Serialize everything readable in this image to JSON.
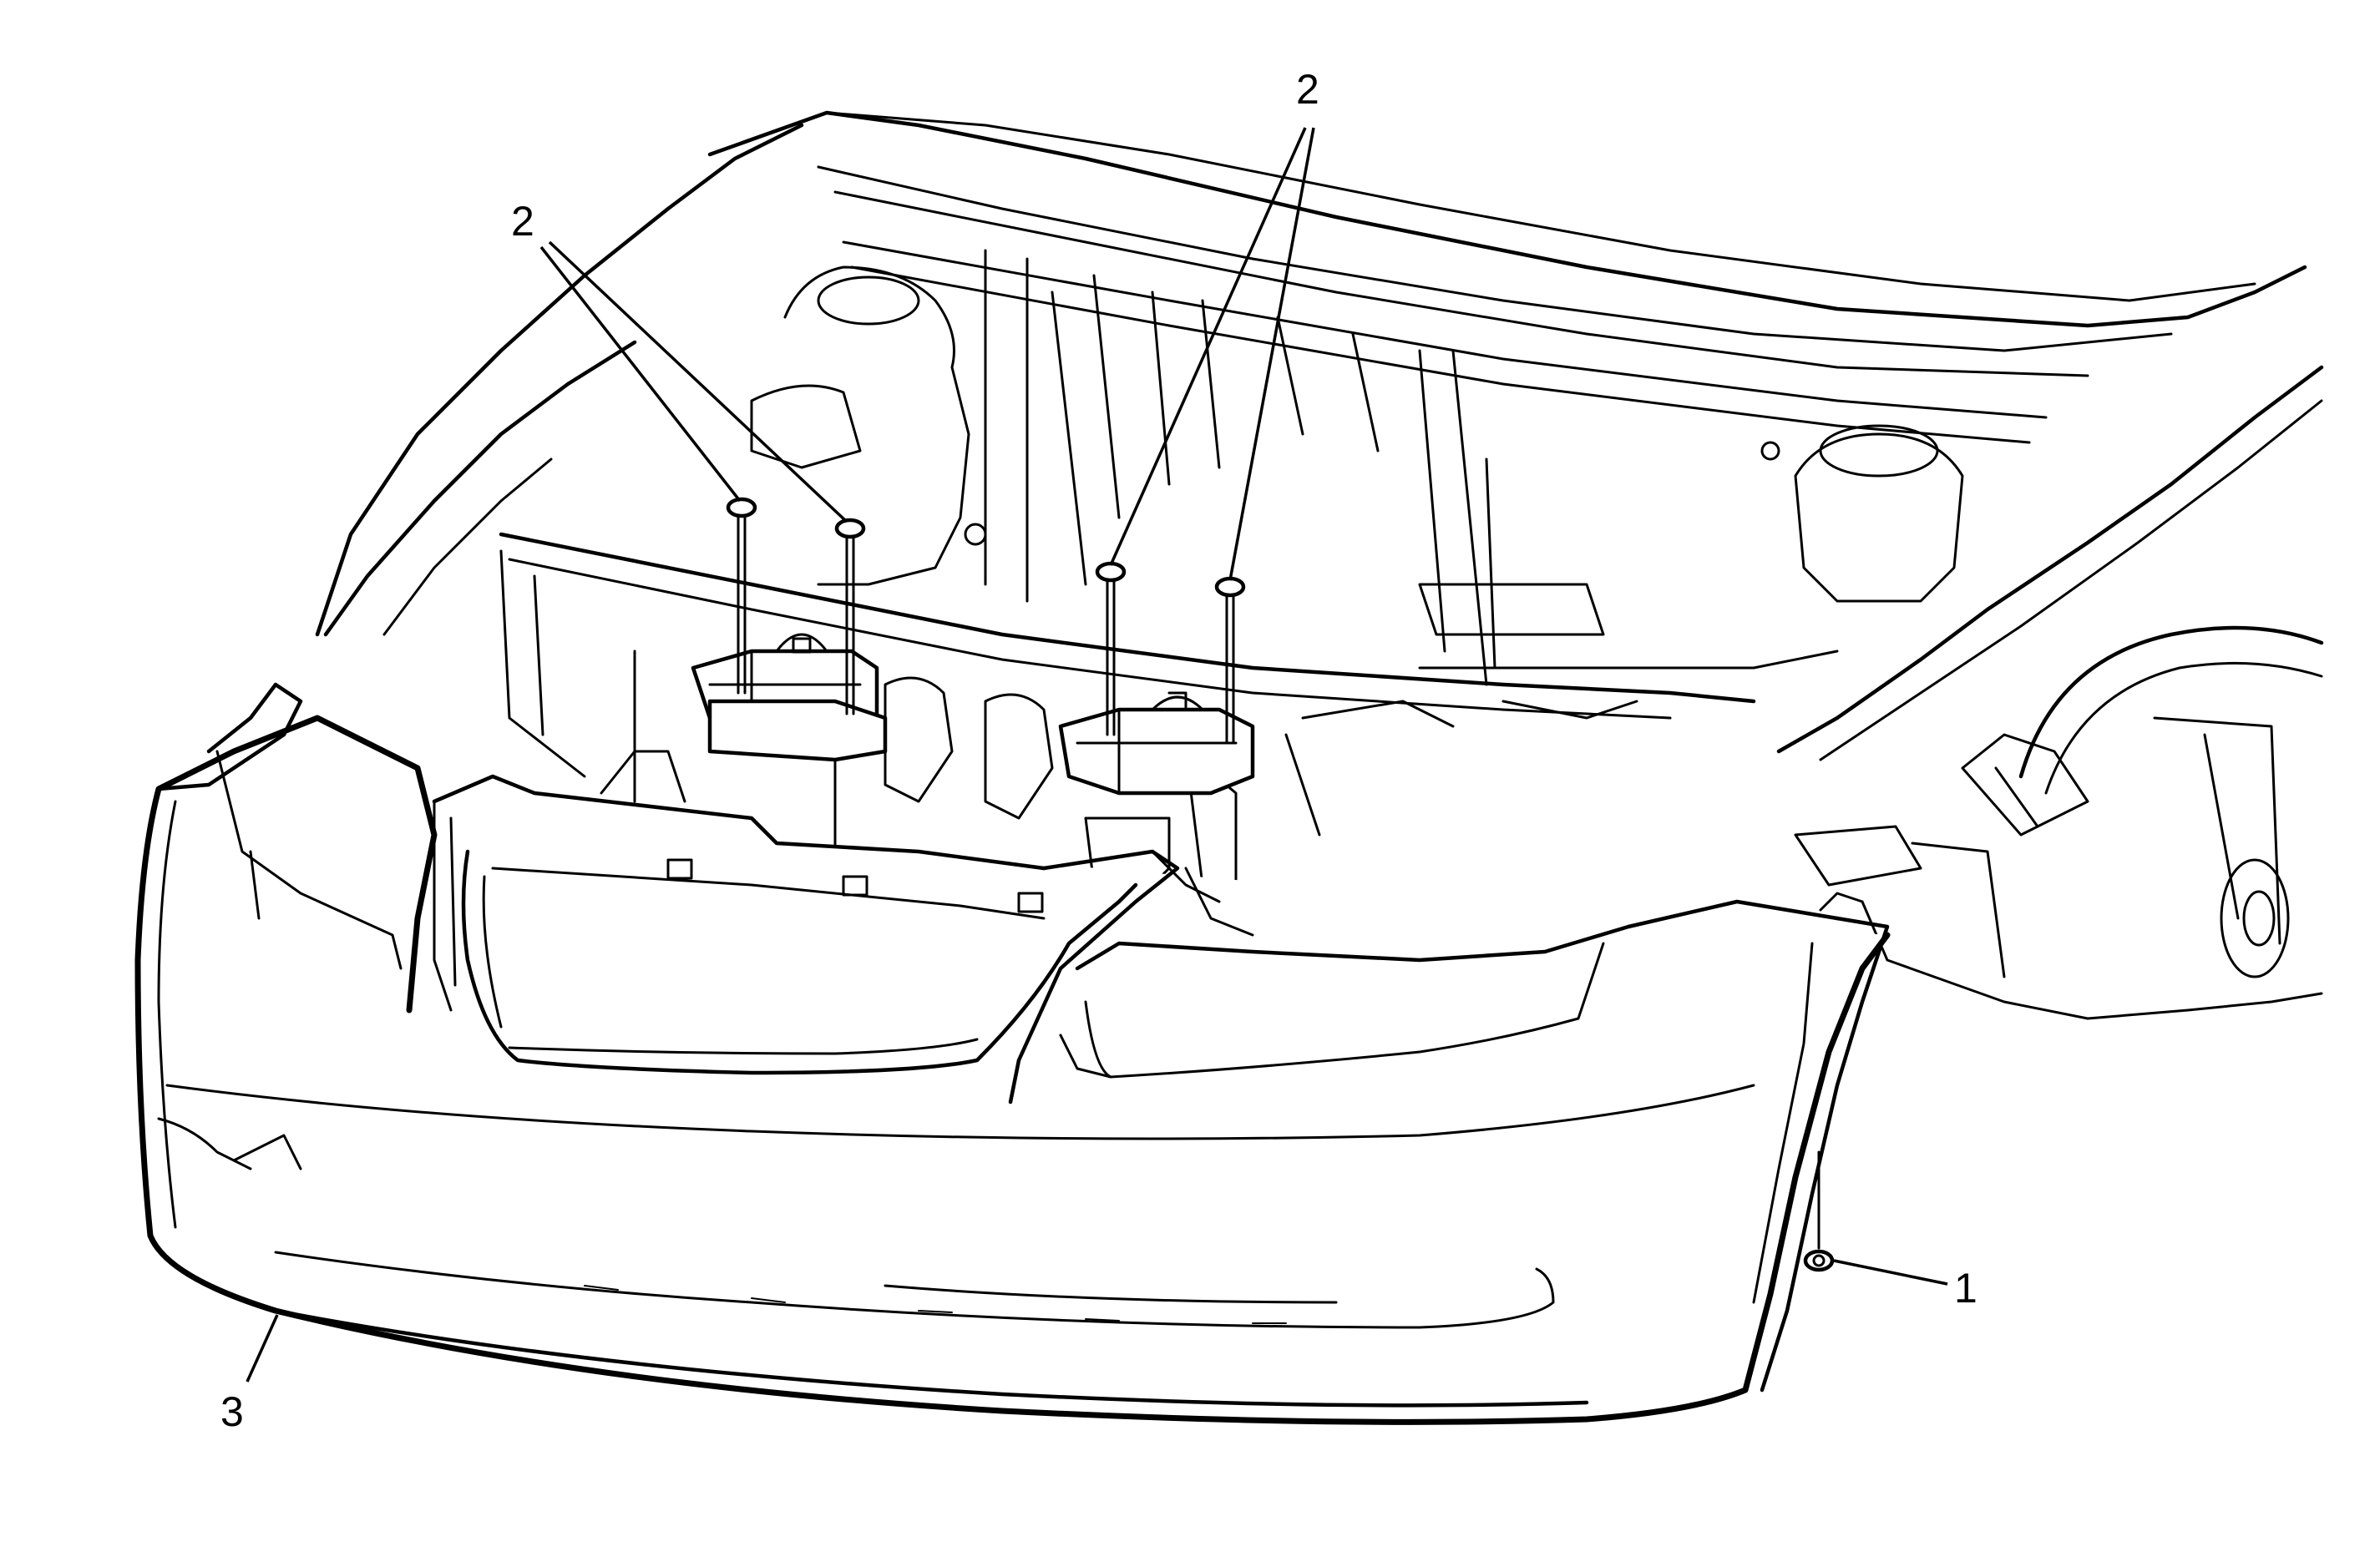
{
  "diagram": {
    "callouts": [
      {
        "id": "1",
        "label": "1"
      },
      {
        "id": "2-left",
        "label": "2"
      },
      {
        "id": "2-right",
        "label": "2"
      },
      {
        "id": "3",
        "label": "3"
      }
    ]
  }
}
